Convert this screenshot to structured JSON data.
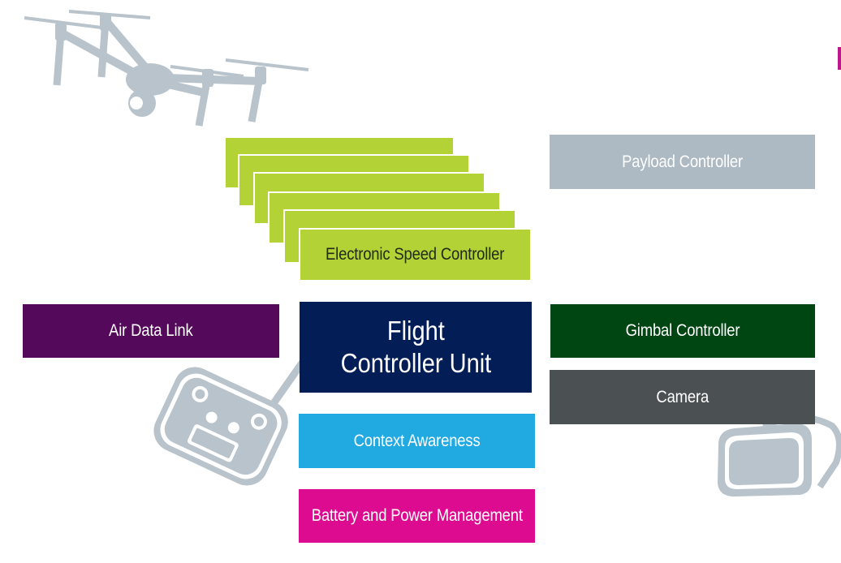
{
  "diagram": {
    "blocks": {
      "payload_controller": "Payload Controller",
      "esc": "Electronic Speed Controller",
      "air_data_link": "Air Data Link",
      "fcu_line1": "Flight",
      "fcu_line2": "Controller Unit",
      "gimbal_controller": "Gimbal Controller",
      "camera": "Camera",
      "context_awareness": "Context Awareness",
      "battery_power": "Battery and Power Management"
    },
    "icons": [
      "drone-icon",
      "remote-controller-icon",
      "vr-headset-icon"
    ],
    "colors": {
      "esc_green": "#b2d235",
      "payload_gray": "#adbac4",
      "air_data_purple": "#55095a",
      "fcu_navy": "#031d57",
      "gimbal_green": "#004613",
      "camera_gray": "#4b5053",
      "context_blue": "#21a9e1",
      "battery_magenta": "#dc0b8f",
      "icon_gray": "#b8c3cb"
    }
  }
}
